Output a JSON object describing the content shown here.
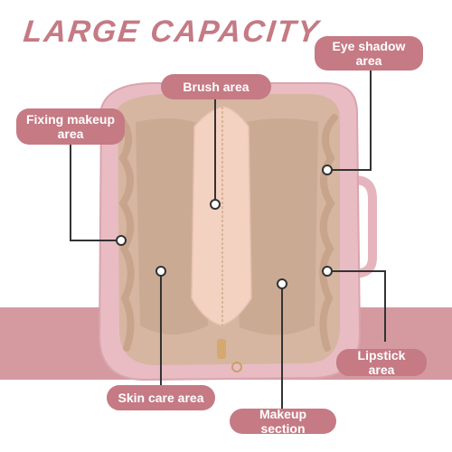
{
  "title": "LARGE CAPACITY",
  "colors": {
    "accent": "#c57a84",
    "band": "#d49aa0",
    "line": "#333333",
    "bag_outer": "#e9bcc4",
    "bag_inner": "#d6b6a1",
    "satin": "#cfae98",
    "divider": "#f3d2c2"
  },
  "callouts": {
    "brush": "Brush area",
    "eye_shadow_1": "Eye shadow",
    "eye_shadow_2": "area",
    "fixing_1": "Fixing makeup",
    "fixing_2": "area",
    "lipstick": "Lipstick area",
    "skin_care": "Skin care area",
    "makeup": "Makeup section"
  }
}
